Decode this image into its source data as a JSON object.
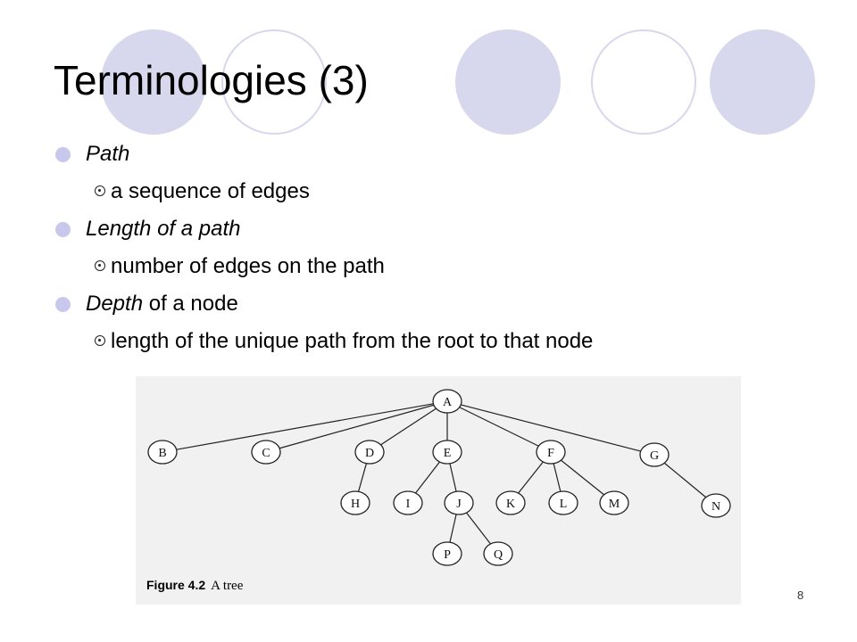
{
  "slide": {
    "title": "Terminologies (3)",
    "page_number": "8",
    "decor_colors": {
      "circle_fill": "#d7d7ee",
      "bullet": "#c8c8ec"
    }
  },
  "bullets": [
    {
      "term": "Path",
      "rest": "",
      "sub": "a sequence of edges"
    },
    {
      "term": "Length of a path",
      "rest": "",
      "sub": "number of edges on the path"
    },
    {
      "term": "Depth",
      "rest": " of a node",
      "sub": "length of the unique path from the root to that node"
    }
  ],
  "figure": {
    "label": "Figure 4.2",
    "text": "A tree",
    "nodes": [
      {
        "id": "A",
        "label": "A"
      },
      {
        "id": "B",
        "label": "B"
      },
      {
        "id": "C",
        "label": "C"
      },
      {
        "id": "D",
        "label": "D"
      },
      {
        "id": "E",
        "label": "E"
      },
      {
        "id": "F",
        "label": "F"
      },
      {
        "id": "G",
        "label": "G"
      },
      {
        "id": "H",
        "label": "H"
      },
      {
        "id": "I",
        "label": "I"
      },
      {
        "id": "J",
        "label": "J"
      },
      {
        "id": "K",
        "label": "K"
      },
      {
        "id": "L",
        "label": "L"
      },
      {
        "id": "M",
        "label": "M"
      },
      {
        "id": "N",
        "label": "N"
      },
      {
        "id": "P",
        "label": "P"
      },
      {
        "id": "Q",
        "label": "Q"
      }
    ],
    "edges": [
      [
        "A",
        "B"
      ],
      [
        "A",
        "C"
      ],
      [
        "A",
        "D"
      ],
      [
        "A",
        "E"
      ],
      [
        "A",
        "F"
      ],
      [
        "A",
        "G"
      ],
      [
        "D",
        "H"
      ],
      [
        "E",
        "I"
      ],
      [
        "E",
        "J"
      ],
      [
        "F",
        "K"
      ],
      [
        "F",
        "L"
      ],
      [
        "F",
        "M"
      ],
      [
        "G",
        "N"
      ],
      [
        "J",
        "P"
      ],
      [
        "J",
        "Q"
      ]
    ]
  }
}
